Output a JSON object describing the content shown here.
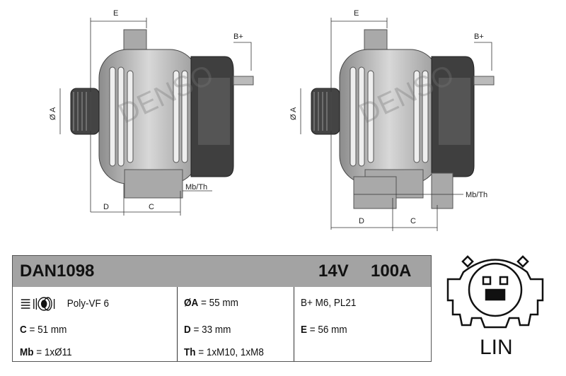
{
  "drawings": {
    "labels": {
      "e": "E",
      "bplus": "B+",
      "diameter_a": "Ø A",
      "mb_th": "Mb/Th",
      "d": "D",
      "c": "C"
    },
    "watermark": "DENSO"
  },
  "spec": {
    "model": "DAN1098",
    "voltage": "14V",
    "current": "100A",
    "pulley": "Poly-VF 6",
    "c": {
      "key": "C",
      "value": "= 51 mm"
    },
    "mb": {
      "key": "Mb",
      "value": "= 1xØ11"
    },
    "a": {
      "key": "ØA",
      "value": "= 55 mm"
    },
    "d": {
      "key": "D",
      "value": "= 33 mm"
    },
    "th": {
      "key": "Th",
      "value": "= 1xM10, 1xM8"
    },
    "bplus": "B+ M6, PL21",
    "e": {
      "key": "E",
      "value": "= 56 mm"
    }
  },
  "connector": {
    "label": "LIN"
  }
}
